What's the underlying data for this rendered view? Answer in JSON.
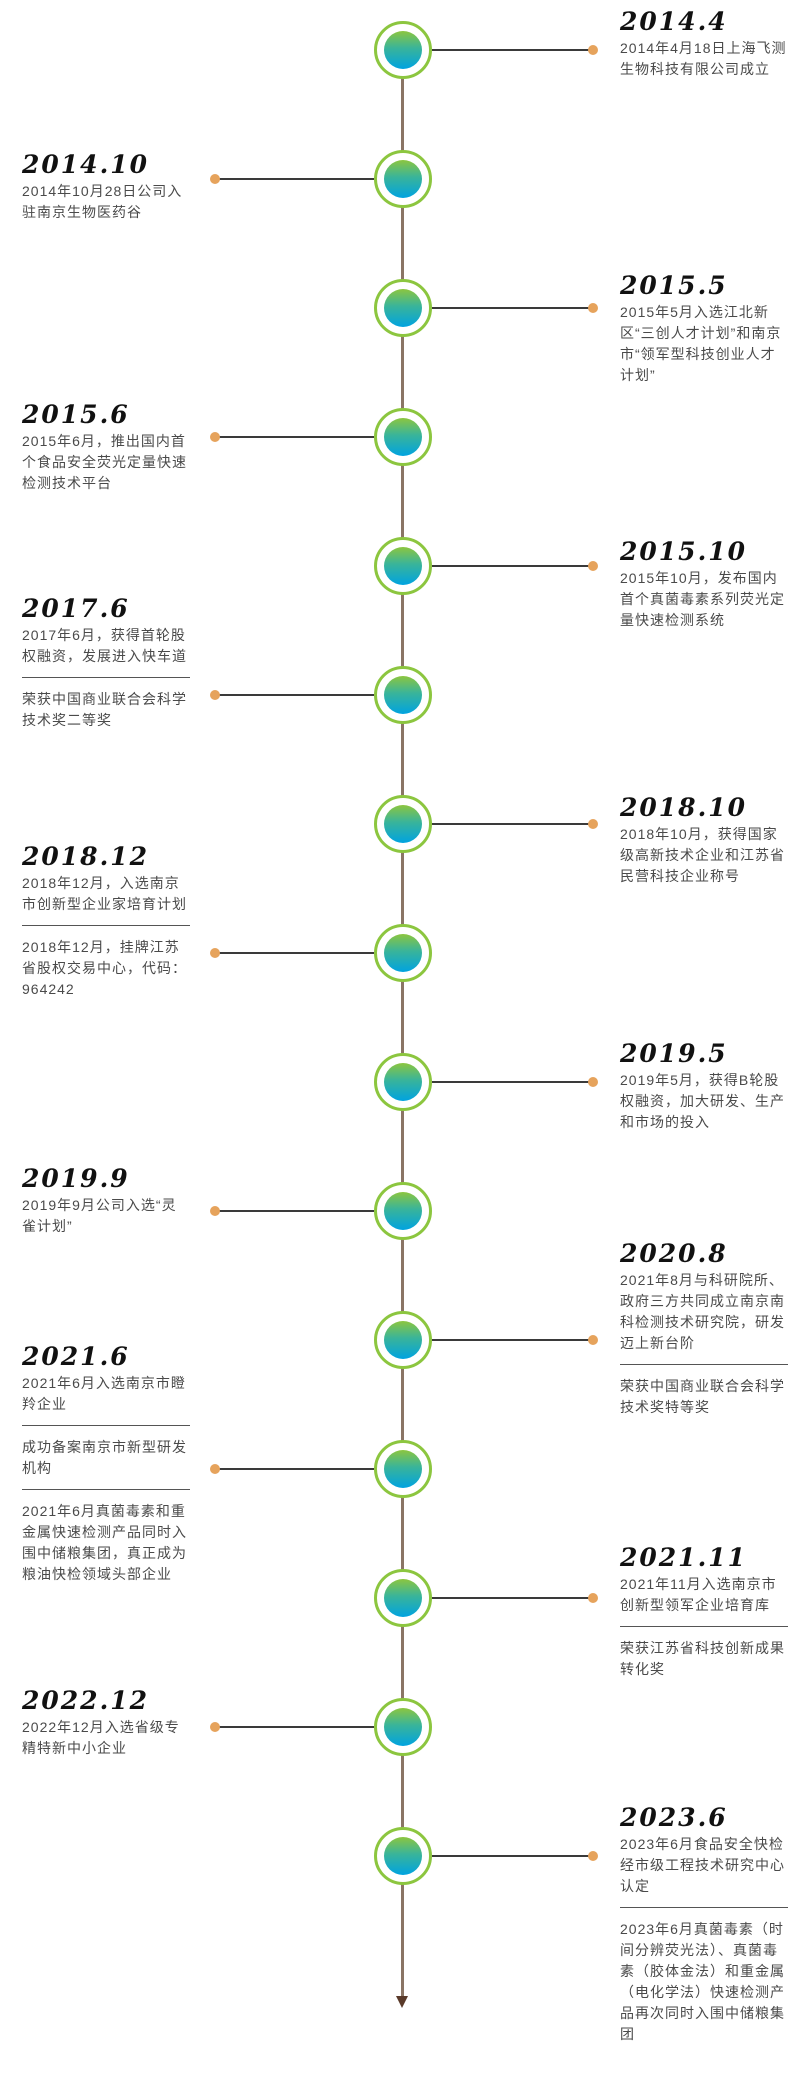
{
  "events": [
    {
      "year": "2014.4",
      "side": "right",
      "texts": [
        "2014年4月18日上海飞测生物科技有限公司成立"
      ]
    },
    {
      "year": "2014.10",
      "side": "left",
      "texts": [
        "2014年10月28日公司入驻南京生物医药谷"
      ]
    },
    {
      "year": "2015.5",
      "side": "right",
      "texts": [
        "2015年5月入选江北新区“三创人才计划”和南京市“领军型科技创业人才计划”"
      ]
    },
    {
      "year": "2015.6",
      "side": "left",
      "texts": [
        "2015年6月，推出国内首个食品安全荧光定量快速检测技术平台"
      ]
    },
    {
      "year": "2015.10",
      "side": "right",
      "texts": [
        "2015年10月，发布国内首个真菌毒素系列荧光定量快速检测系统"
      ]
    },
    {
      "year": "2017.6",
      "side": "left",
      "texts": [
        "2017年6月，获得首轮股权融资，发展进入快车道",
        "荣获中国商业联合会科学技术奖二等奖"
      ]
    },
    {
      "year": "2018.10",
      "side": "right",
      "texts": [
        "2018年10月，获得国家级高新技术企业和江苏省民营科技企业称号"
      ]
    },
    {
      "year": "2018.12",
      "side": "left",
      "texts": [
        "2018年12月，入选南京市创新型企业家培育计划",
        "2018年12月，挂牌江苏省股权交易中心，代码：964242"
      ]
    },
    {
      "year": "2019.5",
      "side": "right",
      "texts": [
        "2019年5月，获得B轮股权融资，加大研发、生产和市场的投入"
      ]
    },
    {
      "year": "2019.9",
      "side": "left",
      "texts": [
        "2019年9月公司入选“灵雀计划”"
      ]
    },
    {
      "year": "2020.8",
      "side": "right",
      "texts": [
        "2021年8月与科研院所、政府三方共同成立南京南科检测技术研究院，研发迈上新台阶",
        "荣获中国商业联合会科学技术奖特等奖"
      ]
    },
    {
      "year": "2021.6",
      "side": "left",
      "texts": [
        "2021年6月入选南京市瞪羚企业",
        "成功备案南京市新型研发机构",
        "2021年6月真菌毒素和重金属快速检测产品同时入围中储粮集团，真正成为粮油快检领域头部企业"
      ]
    },
    {
      "year": "2021.11",
      "side": "right",
      "texts": [
        "2021年11月入选南京市创新型领军企业培育库",
        "荣获江苏省科技创新成果转化奖"
      ]
    },
    {
      "year": "2022.12",
      "side": "left",
      "texts": [
        "2022年12月入选省级专精特新中小企业"
      ]
    },
    {
      "year": "2023.6",
      "side": "right",
      "texts": [
        "2023年6月食品安全快检经市级工程技术研究中心认定",
        "2023年6月真菌毒素（时间分辨荧光法）、真菌毒素（胶体金法）和重金属（电化学法）快速检测产品再次同时入围中储粮集团"
      ]
    }
  ]
}
